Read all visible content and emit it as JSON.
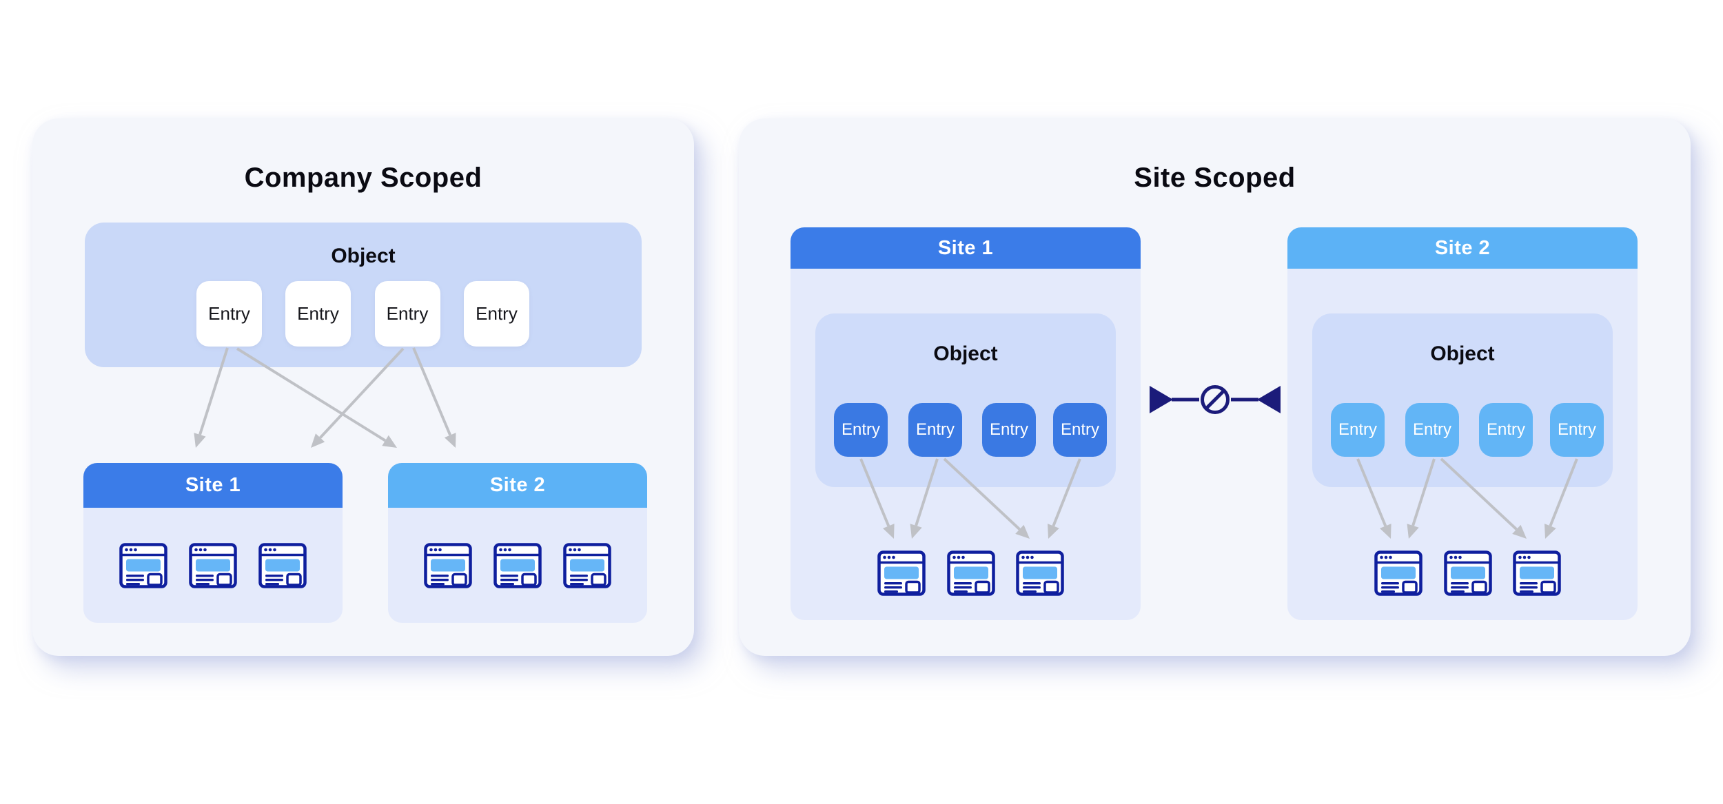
{
  "left_panel": {
    "title": "Company Scoped",
    "object": {
      "label": "Object",
      "entries": [
        "Entry",
        "Entry",
        "Entry",
        "Entry"
      ]
    },
    "sites": [
      {
        "name": "Site 1",
        "header_color": "#3b7ce8",
        "page_count": 3
      },
      {
        "name": "Site 2",
        "header_color": "#5cb2f6",
        "page_count": 3
      }
    ]
  },
  "right_panel": {
    "title": "Site Scoped",
    "sites": [
      {
        "name": "Site 1",
        "header_color": "#3b7ce8",
        "entry_color": "#3a79e3",
        "object": {
          "label": "Object",
          "entries": [
            "Entry",
            "Entry",
            "Entry",
            "Entry"
          ]
        },
        "page_count": 3
      },
      {
        "name": "Site 2",
        "header_color": "#5cb2f6",
        "entry_color": "#62b5f6",
        "object": {
          "label": "Object",
          "entries": [
            "Entry",
            "Entry",
            "Entry",
            "Entry"
          ]
        },
        "page_count": 3
      }
    ],
    "no_sharing_symbol": "prohibition"
  },
  "colors": {
    "panel_background": "#f4f6fb",
    "object_box": "#c9d8f8",
    "inner_object_box": "#cfdcfa",
    "site_body": "#e4eafb",
    "site1_header": "#3b7ce8",
    "site2_header": "#5cb2f6",
    "arrow_gray": "#bfc1c6",
    "icon_navy": "#0f1f9e",
    "prohibition_navy": "#1b1b7a",
    "page_hero_blue": "#66b6f7"
  }
}
